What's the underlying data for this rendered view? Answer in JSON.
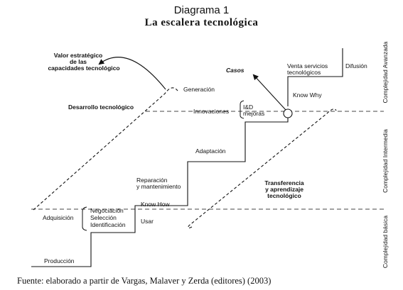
{
  "title": "Diagrama 1",
  "subtitle": "La escalera tecnológica",
  "source": "Fuente: elaborado a partir de Vargas, Malaver y Zerda (editores) (2003)",
  "left_arrow_label": [
    "Valor estratégico",
    "de las",
    "capacidades tecnológico"
  ],
  "casos": "Casos",
  "stairs": {
    "produccion": "Producción",
    "usar": "Usar",
    "know_how": "Know How",
    "adquisicion": "Adquisición",
    "negociacion": "Negociación",
    "seleccion": "Selección",
    "identificacion": "Identificación",
    "reparacion": [
      "Reparación",
      "y mantenimiento"
    ],
    "adaptacion": "Adaptación",
    "innovaciones": "Innovaciones",
    "id_mejoras": [
      "I&D",
      "mejoras"
    ],
    "know_why": "Know Why",
    "venta": [
      "Venta servicios",
      "tecnológicos"
    ],
    "difusion": "Difusión",
    "generacion": "Generación",
    "desarrollo": "Desarrollo tecnológico",
    "transferencia": [
      "Transferencia",
      "y aprendizaje",
      "tecnológico"
    ]
  },
  "complexity_levels": {
    "basica": "Complejidad básica",
    "intermedia": "Complejidad Intermedia",
    "avanzada": "Complejidad Avanzada"
  }
}
